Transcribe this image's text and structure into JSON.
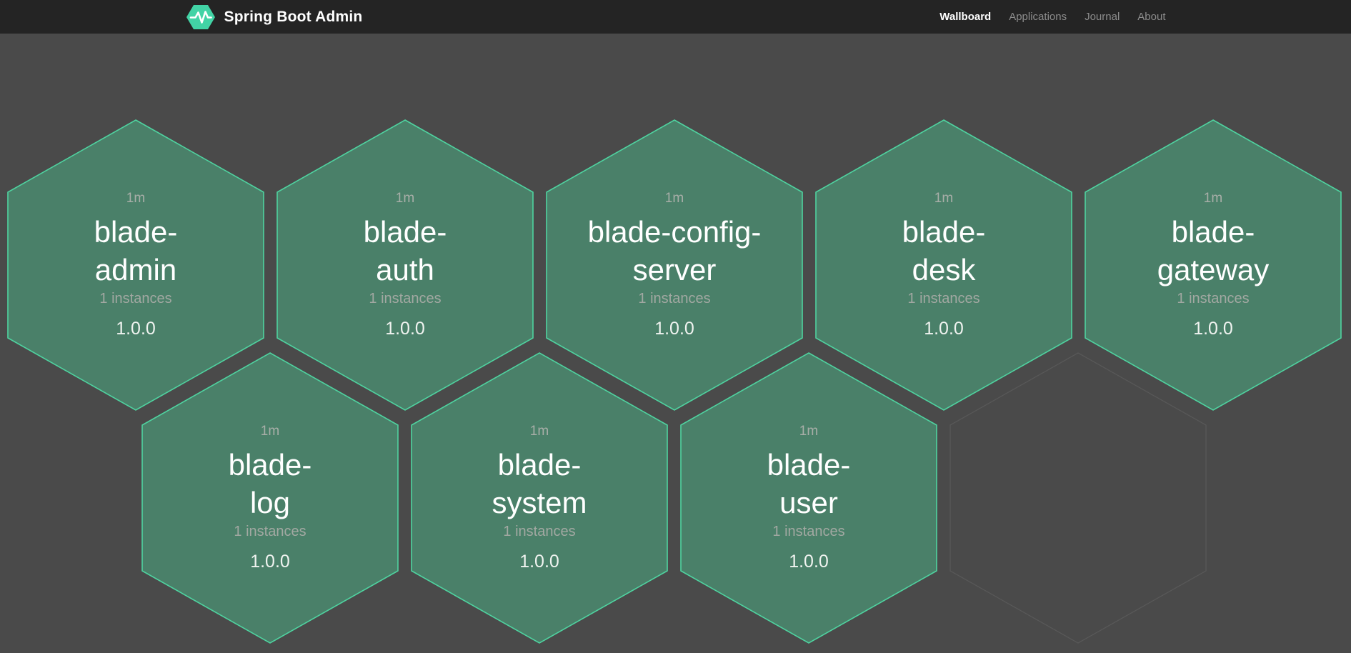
{
  "brand": {
    "title": "Spring Boot Admin",
    "logo_icon": "hexagon-pulse-icon",
    "logo_color": "#42d3a5"
  },
  "nav": {
    "items": [
      {
        "label": "Wallboard",
        "active": true
      },
      {
        "label": "Applications",
        "active": false
      },
      {
        "label": "Journal",
        "active": false
      },
      {
        "label": "About",
        "active": false
      }
    ]
  },
  "wallboard": {
    "apps": [
      {
        "name": "blade-admin",
        "name_lines": [
          "blade-",
          "admin"
        ],
        "time": "1m",
        "instances_label": "1 instances",
        "version": "1.0.0",
        "status": "up"
      },
      {
        "name": "blade-auth",
        "name_lines": [
          "blade-",
          "auth"
        ],
        "time": "1m",
        "instances_label": "1 instances",
        "version": "1.0.0",
        "status": "up"
      },
      {
        "name": "blade-config-server",
        "name_lines": [
          "blade-config-",
          "server"
        ],
        "time": "1m",
        "instances_label": "1 instances",
        "version": "1.0.0",
        "status": "up"
      },
      {
        "name": "blade-desk",
        "name_lines": [
          "blade-",
          "desk"
        ],
        "time": "1m",
        "instances_label": "1 instances",
        "version": "1.0.0",
        "status": "up"
      },
      {
        "name": "blade-gateway",
        "name_lines": [
          "blade-",
          "gateway"
        ],
        "time": "1m",
        "instances_label": "1 instances",
        "version": "1.0.0",
        "status": "up"
      },
      {
        "name": "blade-log",
        "name_lines": [
          "blade-",
          "log"
        ],
        "time": "1m",
        "instances_label": "1 instances",
        "version": "1.0.0",
        "status": "up"
      },
      {
        "name": "blade-system",
        "name_lines": [
          "blade-",
          "system"
        ],
        "time": "1m",
        "instances_label": "1 instances",
        "version": "1.0.0",
        "status": "up"
      },
      {
        "name": "blade-user",
        "name_lines": [
          "blade-",
          "user"
        ],
        "time": "1m",
        "instances_label": "1 instances",
        "version": "1.0.0",
        "status": "up"
      }
    ],
    "empty_slot_count": 1
  },
  "colors": {
    "navbar_bg": "#242424",
    "page_bg": "#4a4a4a",
    "hex_fill": "#4a8069",
    "hex_border": "#4fd3a0",
    "brand_green": "#42d3a5",
    "empty_hex_border": "#595959",
    "text_primary": "#ffffff",
    "text_muted": "#a8aea8"
  }
}
